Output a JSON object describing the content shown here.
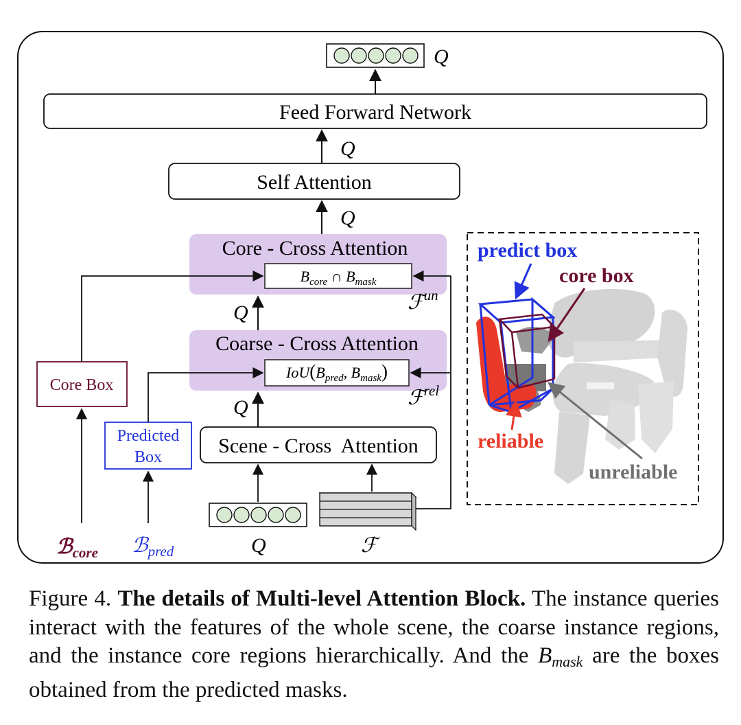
{
  "diagram": {
    "output_query": "Q",
    "ffn_label": "Feed Forward Network",
    "q_after_self_attention": "Q",
    "self_attention_label": "Self Attention",
    "q_before_self_attention": "Q",
    "core_cross_attention_label": "Core - Cross Attention",
    "core_inner_box": "B_core ∩ B_mask",
    "f_un": "F^un",
    "q_core": "Q",
    "coarse_cross_attention_label": "Coarse - Cross Attention",
    "coarse_inner_box": "IoU(B_pred, B_mask)",
    "f_rel": "F^rel",
    "q_coarse": "Q",
    "scene_cross_attention_label": "Scene - Cross  Attention",
    "core_box_label": "Core Box",
    "predicted_box_label_1": "Predicted",
    "predicted_box_label_2": "Box",
    "input_b_core": "B_core",
    "input_b_pred": "B_pred",
    "input_q": "Q",
    "input_f": "F",
    "inset": {
      "predict_box": "predict box",
      "core_box": "core box",
      "reliable": "reliable",
      "unreliable": "unreliable"
    },
    "colors": {
      "purple_block": "#dcc9ec",
      "core_color": "#6b1033",
      "pred_color": "#2233dd",
      "reliable_color": "#e8392a",
      "unreliable_color": "#707070",
      "query_fill": "#d9ead3"
    }
  },
  "caption": {
    "prefix": "Figure 4.",
    "bold": "The details of Multi-level Attention Block.",
    "body_1": "The instance queries interact with the features of the whole scene, the coarse instance regions, and the instance core regions hierarchically. And the",
    "math_main": "B",
    "math_sub": "mask",
    "body_2": "are the boxes obtained from the predicted masks."
  }
}
